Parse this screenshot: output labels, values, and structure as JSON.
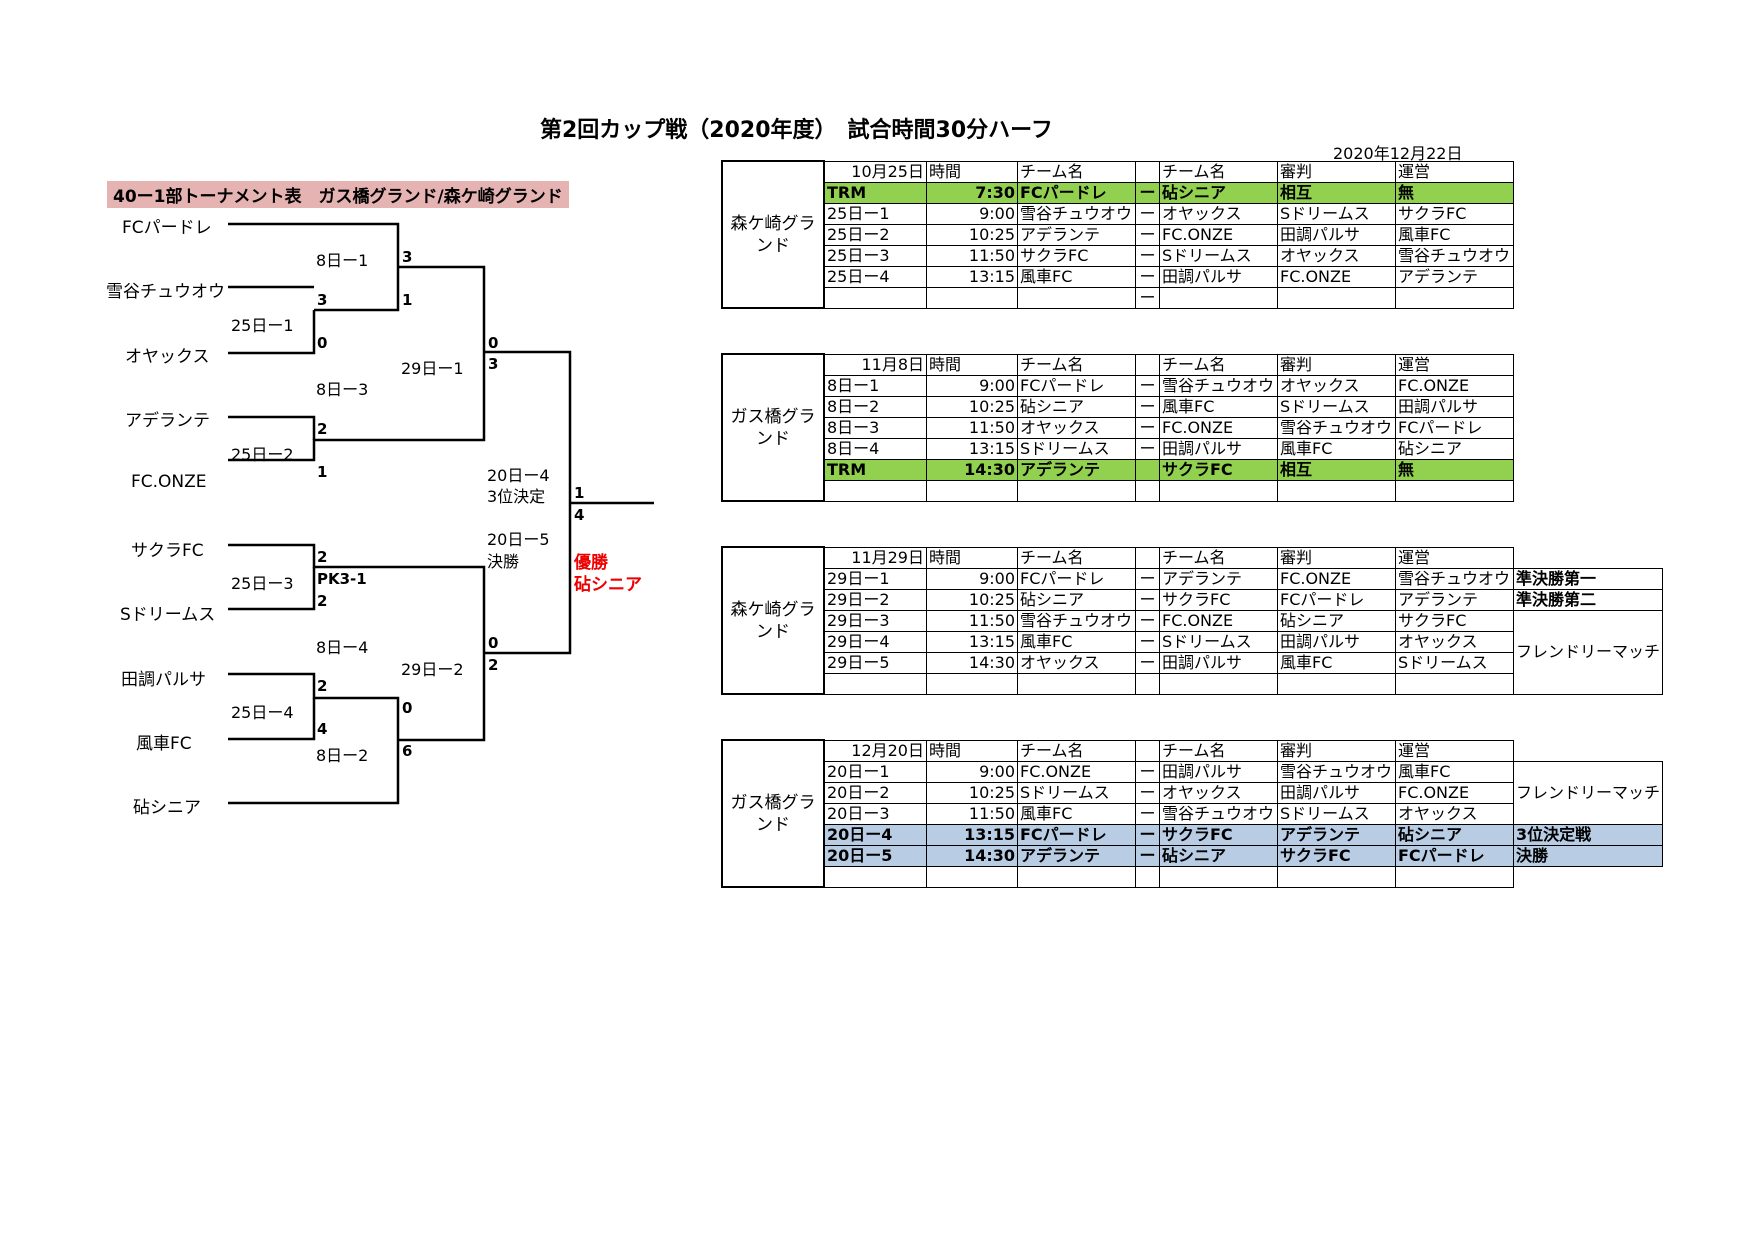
{
  "title": "第2回カップ戦（2020年度）　試合時間30分ハーフ",
  "date": "2020年12月22日",
  "tournament": {
    "title": "40ー1部トーナメント表　ガス橋グランド/森ケ崎グランド",
    "teams": [
      "FCパードレ",
      "雪谷チュウオウ",
      "オヤックス",
      "アデランテ",
      "FC.ONZE",
      "サクラFC",
      "Sドリームス",
      "田調パルサ",
      "風車FC",
      "砧シニア"
    ],
    "match_labels": {
      "m8_1": "8日ー1",
      "m25_1": "25日ー1",
      "m8_3": "8日ー3",
      "m25_2": "25日ー2",
      "m29_1": "29日ー1",
      "m20_4": "20日ー4",
      "third_place": "3位決定",
      "m20_5": "20日ー5",
      "final": "決勝",
      "m25_3": "25日ー3",
      "pk": "PK3-1",
      "m8_4": "8日ー4",
      "m29_2": "29日ー2",
      "m25_4": "25日ー4",
      "m8_2": "8日ー2"
    },
    "scores": {
      "s_fc_padre": "3",
      "s_8_1_lower": "1",
      "s_yukigaya": "3",
      "s_oyax": "0",
      "s_29_1_top": "0",
      "s_29_1_bottom": "3",
      "s_aderante": "2",
      "s_onze": "1",
      "s_final_top": "1",
      "s_final_bottom": "4",
      "s_sakura": "2",
      "s_sdreams": "2",
      "s_29_2_top": "0",
      "s_29_2_bottom": "2",
      "s_tacho": "2",
      "s_8_2_top": "0",
      "s_kazaguruma": "4",
      "s_8_2_bottom": "6"
    },
    "champion_label": "優勝",
    "champion": "砧シニア"
  },
  "schedules": [
    {
      "venue": "森ケ崎グランド",
      "header": [
        "10月25日",
        "時間",
        "チーム名",
        "",
        "チーム名",
        "審判",
        "運営"
      ],
      "rows": [
        {
          "no": "TRM",
          "time": "7:30",
          "team1": "FCパードレ",
          "dash": "ー",
          "team2": "砧シニア",
          "ref": "相互",
          "ops": "無"
        },
        {
          "no": "25日ー1",
          "time": "9:00",
          "team1": "雪谷チュウオウ",
          "dash": "ー",
          "team2": "オヤックス",
          "ref": "Sドリームス",
          "ops": "サクラFC"
        },
        {
          "no": "25日ー2",
          "time": "10:25",
          "team1": "アデランテ",
          "dash": "ー",
          "team2": "FC.ONZE",
          "ref": "田調パルサ",
          "ops": "風車FC"
        },
        {
          "no": "25日ー3",
          "time": "11:50",
          "team1": "サクラFC",
          "dash": "ー",
          "team2": "Sドリームス",
          "ref": "オヤックス",
          "ops": "雪谷チュウオウ"
        },
        {
          "no": "25日ー4",
          "time": "13:15",
          "team1": "風車FC",
          "dash": "ー",
          "team2": "田調パルサ",
          "ref": "FC.ONZE",
          "ops": "アデランテ"
        },
        {
          "no": "",
          "time": "",
          "team1": "",
          "dash": "ー",
          "team2": "",
          "ref": "",
          "ops": ""
        }
      ]
    },
    {
      "venue": "ガス橋グランド",
      "header": [
        "11月8日",
        "時間",
        "チーム名",
        "",
        "チーム名",
        "審判",
        "運営"
      ],
      "rows": [
        {
          "no": "8日ー1",
          "time": "9:00",
          "team1": "FCパードレ",
          "dash": "ー",
          "team2": "雪谷チュウオウ",
          "ref": "オヤックス",
          "ops": "FC.ONZE"
        },
        {
          "no": "8日ー2",
          "time": "10:25",
          "team1": "砧シニア",
          "dash": "ー",
          "team2": "風車FC",
          "ref": "Sドリームス",
          "ops": "田調パルサ"
        },
        {
          "no": "8日ー3",
          "time": "11:50",
          "team1": "オヤックス",
          "dash": "ー",
          "team2": "FC.ONZE",
          "ref": "雪谷チュウオウ",
          "ops": "FCパードレ"
        },
        {
          "no": "8日ー4",
          "time": "13:15",
          "team1": "Sドリームス",
          "dash": "ー",
          "team2": "田調パルサ",
          "ref": "風車FC",
          "ops": "砧シニア"
        },
        {
          "no": "TRM",
          "time": "14:30",
          "team1": "アデランテ",
          "dash": "",
          "team2": "サクラFC",
          "ref": "相互",
          "ops": "無"
        },
        {
          "no": "",
          "time": "",
          "team1": "",
          "dash": "",
          "team2": "",
          "ref": "",
          "ops": ""
        }
      ]
    },
    {
      "venue": "森ケ崎グランド",
      "header": [
        "11月29日",
        "時間",
        "チーム名",
        "",
        "チーム名",
        "審判",
        "運営"
      ],
      "notes": {
        "r0": "準決勝第一",
        "r1": "準決勝第二",
        "friendly": "フレンドリーマッチ"
      },
      "rows": [
        {
          "no": "29日ー1",
          "time": "9:00",
          "team1": "FCパードレ",
          "dash": "ー",
          "team2": "アデランテ",
          "ref": "FC.ONZE",
          "ops": "雪谷チュウオウ"
        },
        {
          "no": "29日ー2",
          "time": "10:25",
          "team1": "砧シニア",
          "dash": "ー",
          "team2": "サクラFC",
          "ref": "FCパードレ",
          "ops": "アデランテ"
        },
        {
          "no": "29日ー3",
          "time": "11:50",
          "team1": "雪谷チュウオウ",
          "dash": "ー",
          "team2": "FC.ONZE",
          "ref": "砧シニア",
          "ops": "サクラFC"
        },
        {
          "no": "29日ー4",
          "time": "13:15",
          "team1": "風車FC",
          "dash": "ー",
          "team2": "Sドリームス",
          "ref": "田調パルサ",
          "ops": "オヤックス"
        },
        {
          "no": "29日ー5",
          "time": "14:30",
          "team1": "オヤックス",
          "dash": "ー",
          "team2": "田調パルサ",
          "ref": "風車FC",
          "ops": "Sドリームス"
        },
        {
          "no": "",
          "time": "",
          "team1": "",
          "dash": "",
          "team2": "",
          "ref": "",
          "ops": ""
        }
      ]
    },
    {
      "venue": "ガス橋グランド",
      "header": [
        "12月20日",
        "時間",
        "チーム名",
        "",
        "チーム名",
        "審判",
        "運営"
      ],
      "notes": {
        "friendly": "フレンドリーマッチ",
        "r3": "3位決定戦",
        "r4": "決勝"
      },
      "rows": [
        {
          "no": "20日ー1",
          "time": "9:00",
          "team1": "FC.ONZE",
          "dash": "ー",
          "team2": "田調パルサ",
          "ref": "雪谷チュウオウ",
          "ops": "風車FC"
        },
        {
          "no": "20日ー2",
          "time": "10:25",
          "team1": "Sドリームス",
          "dash": "ー",
          "team2": "オヤックス",
          "ref": "田調パルサ",
          "ops": "FC.ONZE"
        },
        {
          "no": "20日ー3",
          "time": "11:50",
          "team1": "風車FC",
          "dash": "ー",
          "team2": "雪谷チュウオウ",
          "ref": "Sドリームス",
          "ops": "オヤックス"
        },
        {
          "no": "20日ー4",
          "time": "13:15",
          "team1": "FCパードレ",
          "dash": "ー",
          "team2": "サクラFC",
          "ref": "アデランテ",
          "ops": "砧シニア"
        },
        {
          "no": "20日ー5",
          "time": "14:30",
          "team1": "アデランテ",
          "dash": "ー",
          "team2": "砧シニア",
          "ref": "サクラFC",
          "ops": "FCパードレ"
        },
        {
          "no": "",
          "time": "",
          "team1": "",
          "dash": "",
          "team2": "",
          "ref": "",
          "ops": ""
        }
      ]
    }
  ]
}
